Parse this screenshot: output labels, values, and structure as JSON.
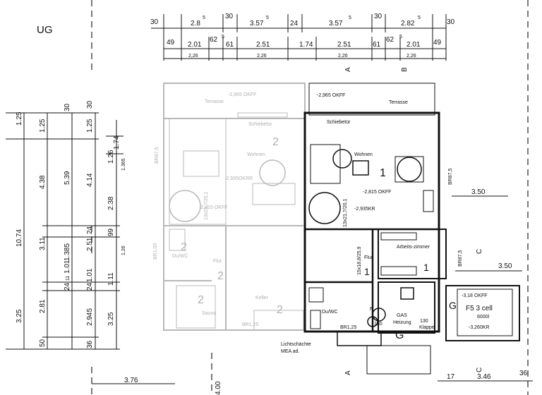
{
  "title": "UG",
  "top_dims_row1": [
    "30",
    "2.8",
    "30",
    "3.57",
    "24",
    "3.57",
    "30",
    "2.82",
    "30"
  ],
  "top_dims_row2": [
    "49",
    "2.01",
    "62",
    "61",
    "2.51",
    "1.74",
    "2.51",
    "61",
    "62",
    "2.01",
    "49"
  ],
  "top_sup": [
    "5",
    "5",
    "5",
    "5",
    "5",
    "5"
  ],
  "top_dims_row3": [
    "2,26",
    "2,26",
    "2,26",
    "2,26"
  ],
  "left_dims_col1": [
    "1.25",
    "10.74",
    "3.25"
  ],
  "left_dims_col2": [
    "1.25",
    "4.38",
    "3.11",
    "2.81",
    "50"
  ],
  "left_dims_col3": [
    "30",
    "5.39",
    "1.385",
    "2.51",
    "1.01",
    "11",
    "24",
    "2.945",
    "36"
  ],
  "left_dims_col4": [
    "1.25",
    "30",
    "4.14",
    "24",
    "1.01",
    "1.11",
    "24",
    "3.25"
  ],
  "left_dims_col5": [
    "1.26",
    "1.74",
    "1.365",
    "2.38",
    "99",
    "1.26"
  ],
  "section_marks": [
    "A",
    "B",
    "C",
    "A",
    "C"
  ],
  "right_dims": [
    "3.50",
    "3.50",
    "3.46",
    "36",
    "17"
  ],
  "bottom_dims": [
    "3.76",
    "4.00"
  ],
  "left_wing": {
    "terrace": "Terrasse",
    "level": "-2,965 OKFF",
    "door": "Schiebetür",
    "room_label": "Wohnen",
    "room_num": "2",
    "level2": "-2,935OKRR",
    "level3": "-2,815 OKFF",
    "window": "BR87,5",
    "window2": "BR1,00",
    "dusche_wc": "Du/WC",
    "dusche_num": "2",
    "flur": "Flur",
    "flur_num": "2",
    "sauna": "Sauna",
    "sauna_num": "2",
    "keller": "Keller",
    "keller_num": "2",
    "window3": "BR1,25",
    "stair": "13x21,7/20,1"
  },
  "right_wing": {
    "level": "-2,965 OKFF",
    "terrace": "Terrasse",
    "door": "Schiebetür",
    "room_label": "Wohnen",
    "room_num": "1",
    "window": "BR87,5",
    "level2": "-2,815 OKFF",
    "level3": "-2,935KR",
    "stair": "13x21,7/20,1",
    "stair2": "15x18,8/25,9",
    "flur": "Flur",
    "flur_num": "1",
    "office": "Arbeits-zimmer",
    "office_num": "1",
    "window2": "BR87,5",
    "dusche_wc": "Du/WC",
    "window3": "BR1,25",
    "gas": "GAS",
    "heating": "Heizung",
    "heating_num": "G",
    "val130a": "130",
    "val130b": "130",
    "klappe": "Klappe",
    "f_mark": "F",
    "lightwell": "Lichtschächte",
    "lightwell2": "MEA ad."
  },
  "tank": {
    "level": "-3,18 OKFF",
    "mark": "G",
    "scribble": "F5 3 cell",
    "volume": "6000l",
    "level2": "-3,260KR"
  }
}
